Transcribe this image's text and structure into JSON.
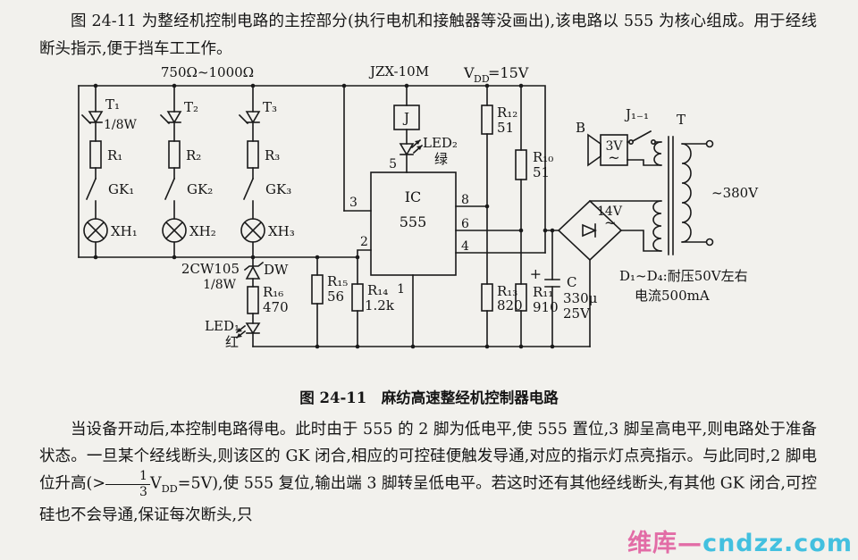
{
  "intro": "图 24-11 为整经机控制电路的主控部分(执行电机和接触器等没画出),该电路以 555 为核心组成。用于经线断头指示,便于挡车工工作。",
  "caption": "图 24-11　麻纺高速整经机控制器电路",
  "body": {
    "part1": "当设备开动后,本控制电路得电。此时由于 555 的 2 脚为低电平,使 555 置位,3 脚呈高电平,则电路处于准备状态。一旦某个经线断头,则该区的 GK 闭合,相应的可控硅便触发导通,对应的指示灯点亮指示。与此同时,2 脚电位升高(>",
    "frac_num": "1",
    "frac_den": "3",
    "v": "V",
    "v_sub": "DD",
    "part2": "=5V),使 555 复位,输出端 3 脚转呈低电平。若这时还有其他经线断头,有其他 GK 闭合,可控硅也不会导通,保证每次断头,只"
  },
  "sch": {
    "r_range": "750Ω~1000Ω",
    "relay_model": "JZX-10M",
    "vdd_v": "V",
    "vdd_sub": "DD",
    "vdd_val": "=15V",
    "t1": "T₁",
    "t1_power": "1/8W",
    "t2": "T₂",
    "t3": "T₃",
    "r1": "R₁",
    "r2": "R₂",
    "r3": "R₃",
    "gk1": "GK₁",
    "gk2": "GK₂",
    "gk3": "GK₃",
    "xh1": "XH₁",
    "xh2": "XH₂",
    "xh3": "XH₃",
    "zener_model": "2CW105",
    "zener_power": "1/8W",
    "dw": "DW",
    "r16": "R₁₆",
    "r16_val": "470",
    "led1": "LED₁",
    "led1_color": "红",
    "r15": "R₁₅",
    "r15_val": "56",
    "r14": "R₁₄",
    "r14_val": "1.2k",
    "ic1": "IC",
    "ic2": "555",
    "pin5": "5",
    "pin3": "3",
    "pin2": "2",
    "pin1": "1",
    "pin8": "8",
    "pin6": "6",
    "pin4": "4",
    "relay": "J",
    "led2": "LED₂",
    "led2_color": "绿",
    "r12": "R₁₂",
    "r12_val": "51",
    "r10": "R₁₀",
    "r10_val": "51",
    "r13": "R₁₃",
    "r13_val": "820",
    "r11": "R₁₁",
    "r11_val": "910",
    "cap_plus": "+",
    "cap": "C",
    "cap_val": "330μ",
    "cap_v": "25V",
    "bridge_v": "14V",
    "bridge_ac": "~",
    "buzzer": "B",
    "buzzer_v": "3V",
    "buzzer_ac": "~",
    "j11": "J₁₋₁",
    "transformer": "T",
    "mains": "~380V",
    "note1": "D₁~D₄:耐压50V左右",
    "note2": "电流500mA"
  },
  "watermark": {
    "brand": "维库—",
    "domain": "cndzz.com",
    "color_magenta": "#e0559a",
    "color_cyan": "#25b8dd"
  },
  "colors": {
    "paper": "#f2f1ed",
    "ink": "#151515"
  }
}
